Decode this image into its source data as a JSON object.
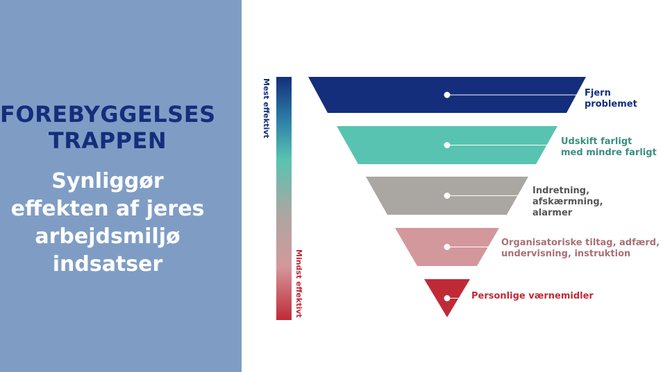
{
  "title": {
    "line1": "FOREBYGGELSES",
    "line2": "TRAPPEN",
    "color": "#142e7c"
  },
  "subtitle": {
    "lines": [
      "Synliggør",
      "effekten af jeres",
      "arbejdsmiljø",
      "indsatser"
    ],
    "color": "#ffffff"
  },
  "panel_color": "#7f9dc4",
  "scale": {
    "top_label": "Mest effektivt",
    "bottom_label": "Mindst effektivt"
  },
  "levels": [
    {
      "lines": [
        "Fjern problemet"
      ],
      "color": "#142e7c",
      "text_color": "#142e7c"
    },
    {
      "lines": [
        "Udskift farligt",
        "med mindre farligt"
      ],
      "color": "#58c3b1",
      "text_color": "#3b8f7f"
    },
    {
      "lines": [
        "Indretning, afskærmning,",
        "alarmer"
      ],
      "color": "#aaa7a2",
      "text_color": "#555555"
    },
    {
      "lines": [
        "Organisatoriske tiltag, adfærd,",
        "undervisning, instruktion"
      ],
      "color": "#d3989b",
      "text_color": "#a87075"
    },
    {
      "lines": [
        "Personlige værnemidler"
      ],
      "color": "#c02a37",
      "text_color": "#c02a37"
    }
  ]
}
